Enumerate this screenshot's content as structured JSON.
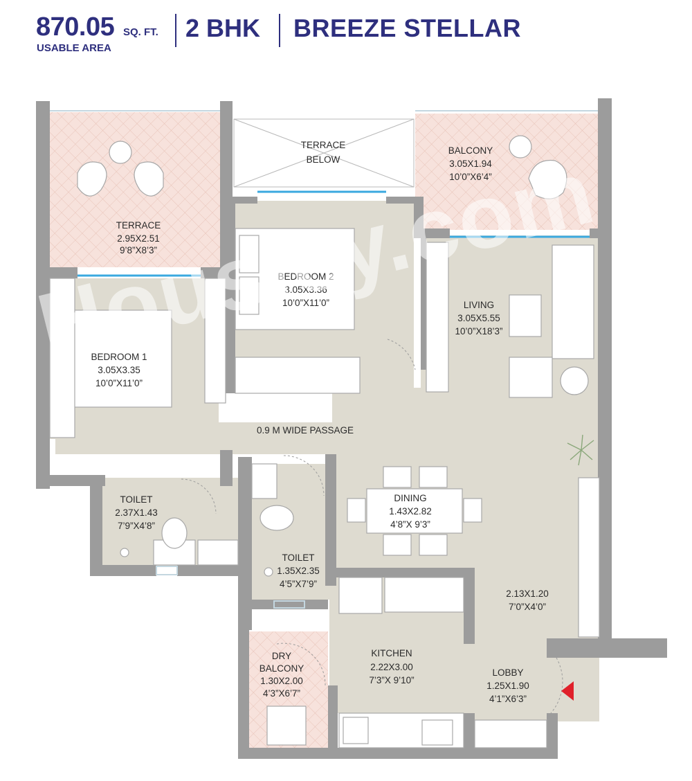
{
  "header": {
    "area_value": "870.05",
    "area_unit": "SQ. FT.",
    "area_label": "USABLE AREA",
    "configuration": "2 BHK",
    "project": "BREEZE STELLAR"
  },
  "rooms": {
    "terrace": {
      "name": "TERRACE",
      "metric": "2.95X2.51",
      "imperial": "9’8”X8’3”"
    },
    "terrace_below": {
      "line1": "TERRACE",
      "line2": "BELOW"
    },
    "balcony": {
      "name": "BALCONY",
      "metric": "3.05X1.94",
      "imperial": "10’0”X6’4”"
    },
    "bedroom2": {
      "name": "BEDROOM 2",
      "metric": "3.05X3.36",
      "imperial": "10’0”X11’0”"
    },
    "bedroom1": {
      "name": "BEDROOM 1",
      "metric": "3.05X3.35",
      "imperial": "10’0”X11’0”"
    },
    "living": {
      "name": "LIVING",
      "metric": "3.05X5.55",
      "imperial": "10’0”X18’3”"
    },
    "passage": {
      "name": "0.9 M WIDE PASSAGE"
    },
    "dining": {
      "name": "DINING",
      "metric": "1.43X2.82",
      "imperial": "4’8”X 9’3”"
    },
    "toilet1": {
      "name": "TOILET",
      "metric": "2.37X1.43",
      "imperial": "7’9”X4’8”"
    },
    "toilet2": {
      "name": "TOILET",
      "metric": "1.35X2.35",
      "imperial": "4’5”X7’9”"
    },
    "foyer": {
      "metric": "2.13X1.20",
      "imperial": "7’0”X4’0”"
    },
    "kitchen": {
      "name": "KITCHEN",
      "metric": "2.22X3.00",
      "imperial": "7’3”X 9’10”"
    },
    "dry_balcony": {
      "line1": "DRY",
      "line2": "BALCONY",
      "metric": "1.30X2.00",
      "imperial": "4’3”X6’7”"
    },
    "lobby": {
      "name": "LOBBY",
      "metric": "1.25X1.90",
      "imperial": "4’1”X6’3”"
    }
  },
  "watermark": "Housiey.com",
  "colors": {
    "title": "#2e2f7e",
    "floor": "#dedbd0",
    "wall": "#9c9c9c",
    "deck": "#f7e2dc",
    "window": "#3aa9df",
    "entry_marker": "#e0202a"
  }
}
